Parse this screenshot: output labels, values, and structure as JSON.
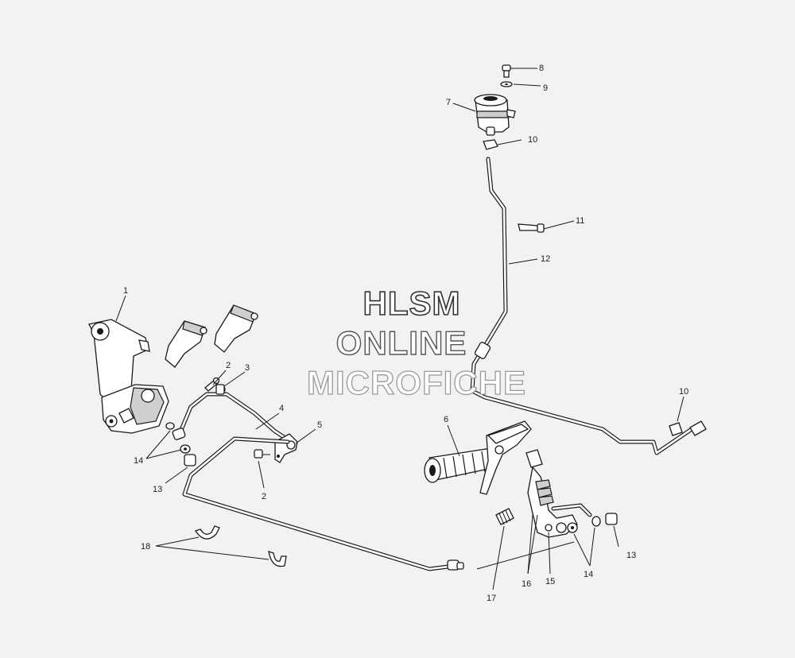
{
  "watermark": {
    "line1": "HLSM",
    "line2": "ONLINE",
    "line3": "MICROFICHE"
  },
  "callouts": {
    "c1": "1",
    "c2a": "2",
    "c2b": "2",
    "c3": "3",
    "c4": "4",
    "c5": "5",
    "c6": "6",
    "c7": "7",
    "c8": "8",
    "c9": "9",
    "c10a": "10",
    "c10b": "10",
    "c11": "11",
    "c12": "12",
    "c13a": "13",
    "c13b": "13",
    "c14a": "14",
    "c14b": "14",
    "c15": "15",
    "c16": "16",
    "c17": "17",
    "c18": "18"
  },
  "colors": {
    "background": "#f2f2f2",
    "line": "#1a1a1a",
    "watermark_fill": "#ffffff",
    "watermark_stroke": "#333333",
    "watermark_faded_stroke": "#9a9a9a"
  }
}
